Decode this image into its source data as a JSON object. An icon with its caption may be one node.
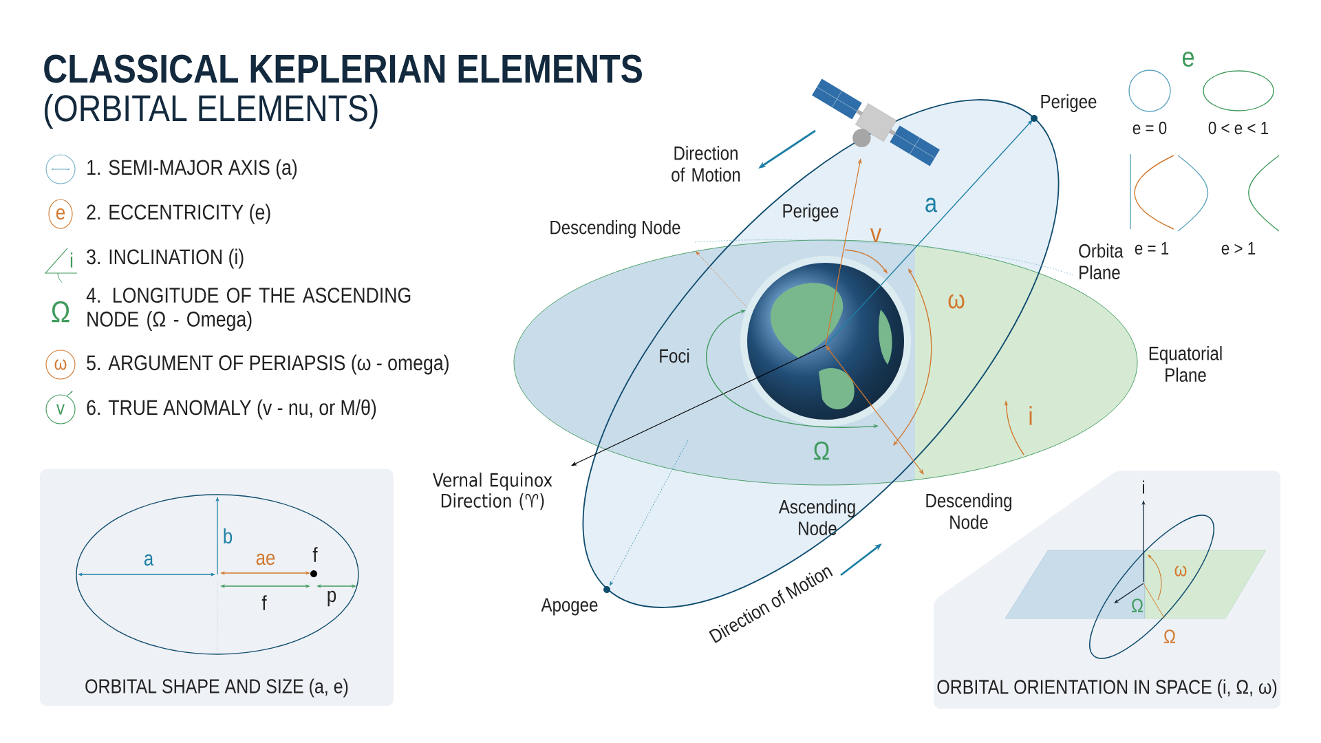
{
  "diagram": {
    "title": "CLASSICAL KEPLERIAN ELEMENTS",
    "nodes": [
      {
        "text": [
          "ORBITAL SHAPE AND SIZE (a, e)"
        ]
      },
      {
        "text": [
          "ORBITAL ORIENTATION IN SPACE (i, Ω, ω)"
        ]
      }
    ],
    "labels": [
      "(ORBITAL ELEMENTS)",
      "1. SEMI-MAJOR AXIS (a)",
      "e",
      "2. ECCENTRICITY (e)",
      "i",
      "3. INCLINATION (i)",
      "Ω",
      "4. LONGITUDE OF THE ASCENDING NODE (Ω - Omega)",
      "ω",
      "5. ARGUMENT OF PERIAPSIS (ω - omega)",
      "v",
      "6. TRUE ANOMALY (v - nu, or M/θ)",
      "Perigee",
      "Direction of Motion",
      "Perigee",
      "a",
      "Descending Node",
      "v",
      "ω",
      "Foci",
      "Orbita Plane",
      "Equatorial Plane",
      "i",
      "Ω",
      "Vernal Equinox Direction (♈)",
      "Ascending Node",
      "Descending Node",
      "Apogee",
      "Direction of Motion",
      "e",
      "e = 0",
      "0 < e < 1",
      "e = 1",
      "e > 1",
      "a",
      "b",
      "ae",
      "f",
      "f",
      "p",
      "i",
      "ω",
      "Ω",
      "Ω"
    ]
  }
}
